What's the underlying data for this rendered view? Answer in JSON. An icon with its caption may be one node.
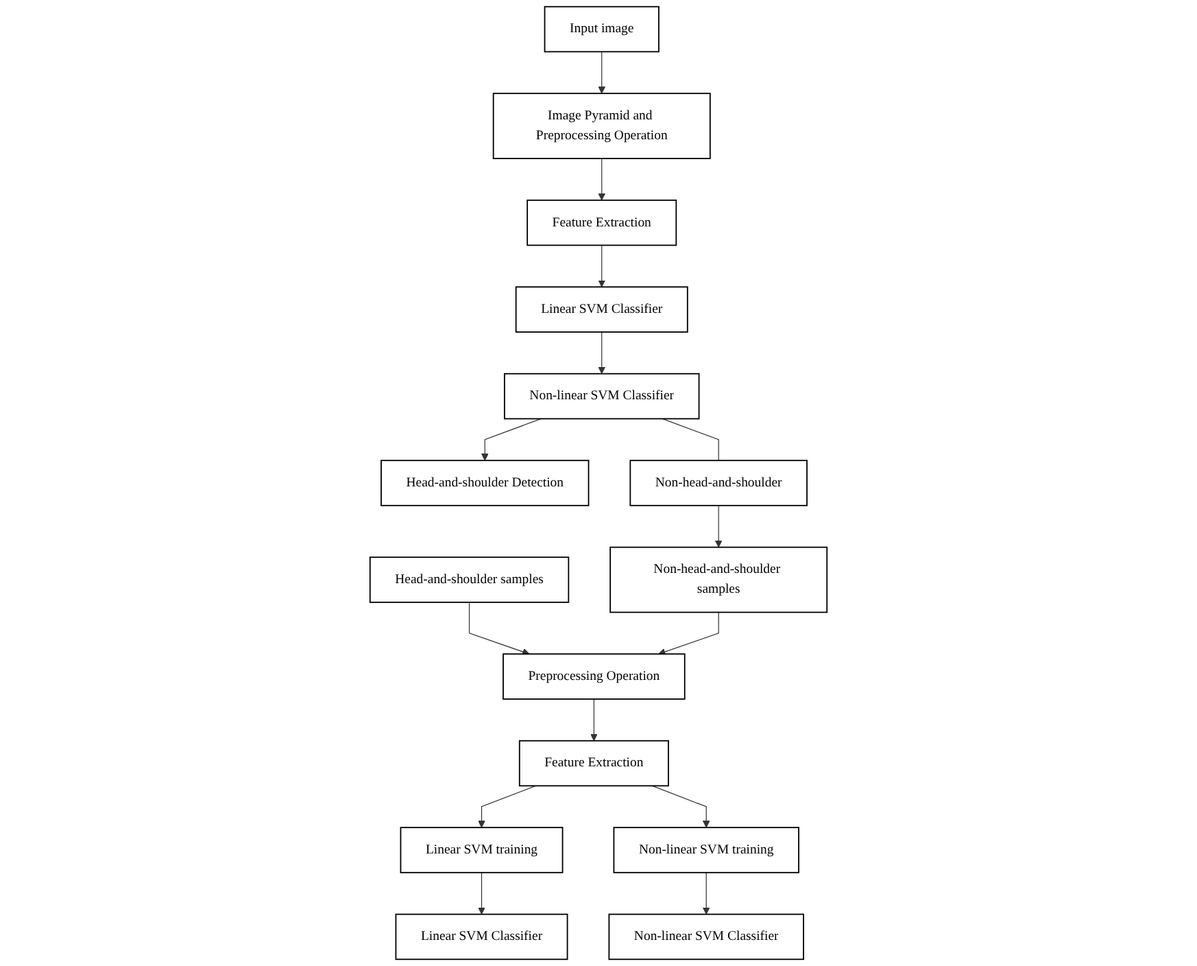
{
  "diagram": {
    "nodes": [
      {
        "text": [
          "Head-and-shoulder samples"
        ]
      },
      {
        "text": [
          "Non-head-and-shoulder samples"
        ]
      },
      {
        "text": [
          "Preprocessing Operation"
        ]
      },
      {
        "text": [
          "Feature Extraction"
        ]
      },
      {
        "text": [
          "Linear SVM training"
        ]
      },
      {
        "text": [
          "Non-linear SVM training"
        ]
      },
      {
        "text": [
          "Linear SVM Classifier"
        ]
      },
      {
        "text": [
          "Non-linear SVM Classifier"
        ]
      },
      {
        "text": [
          "Input image"
        ]
      },
      {
        "text": [
          "Image Pyramid and Preprocessing Operation"
        ]
      },
      {
        "text": [
          "Feature Extraction"
        ]
      },
      {
        "text": [
          "Linear SVM Classifier"
        ]
      },
      {
        "text": [
          "Non-linear SVM Classifier"
        ]
      },
      {
        "text": [
          "Head-and-shoulder Detection"
        ]
      },
      {
        "text": [
          "Non-head-and-shoulder"
        ]
      }
    ],
    "edges": [
      {
        "from": 0,
        "to": 2,
        "arrow": "to"
      },
      {
        "from": 1,
        "to": 2,
        "arrow": "to"
      },
      {
        "from": 2,
        "to": 3,
        "arrow": "to"
      },
      {
        "from": 3,
        "to": 4,
        "arrow": "to"
      },
      {
        "from": 3,
        "to": 5,
        "arrow": "to"
      },
      {
        "from": 4,
        "to": 6,
        "arrow": "to"
      },
      {
        "from": 5,
        "to": 7,
        "arrow": "to"
      },
      {
        "from": 8,
        "to": 9,
        "arrow": "to"
      },
      {
        "from": 9,
        "to": 10,
        "arrow": "to"
      },
      {
        "from": 10,
        "to": 11,
        "arrow": "to"
      },
      {
        "from": 11,
        "to": 12,
        "arrow": "to"
      },
      {
        "from": 12,
        "to": 13,
        "arrow": "to"
      },
      {
        "from": 12,
        "to": 14,
        "arrow": "none"
      },
      {
        "from": 14,
        "to": 1,
        "arrow": "to"
      }
    ]
  }
}
